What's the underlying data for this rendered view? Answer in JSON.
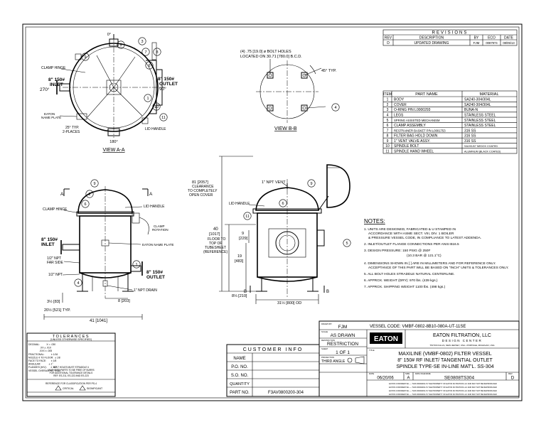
{
  "revisions": {
    "header": "REVISIONS",
    "columns": [
      "REV",
      "DESCRIPTION",
      "BY",
      "ECO",
      "DATE"
    ],
    "row": [
      "D",
      "UPDATED DRAWING",
      "FJM",
      "0087974",
      "08/05/13"
    ]
  },
  "parts": {
    "columns": [
      "ITEM",
      "PART NAME",
      "MATERIAL"
    ],
    "rows": [
      [
        "1",
        "BODY",
        "SA240-304/304L"
      ],
      [
        "2",
        "COVER",
        "SA240-304/304L"
      ],
      [
        "3",
        "O-RING P/N L0000293",
        "BUNA-N"
      ],
      [
        "4",
        "LEGS",
        "STAINLESS STEEL"
      ],
      [
        "5",
        "SPRING ASSISTED MECHANISM",
        "STAINLESS STEEL"
      ],
      [
        "6",
        "CLAMP ASSEMBLY",
        "STAINLESS STEEL"
      ],
      [
        "7",
        "RESTRAINER BASKET P/N L0001753",
        "316 SS"
      ],
      [
        "8",
        "FILTER BAG HOLD DOWN",
        "316 SS"
      ],
      [
        "9",
        "1\" VENT VALVE ASSY.",
        "316 SS"
      ],
      [
        "10",
        "SPINDLE BOLT",
        "SA193-B7 NEDOX COATED"
      ],
      [
        "11",
        "SPINDLE HAND WHEEL",
        "ALUMINUM (BLACK COATED)"
      ]
    ]
  },
  "notes": {
    "title": "NOTES:",
    "items": [
      "1. UNITS ARE DESIGNED, FABRICATED & U STAMPED IN",
      "ACCORDANCE WITH ASME SECT. VIII, DIV. 1 BOILER",
      "& PRESSURE VESSEL CODE, IN COMPLIANCE TO LATEST ADDENDA.",
      "2. INLET/OUTLET FLANGE CONNECTIONS PER ANSI B16.5",
      "3. DESIGN PRESSURE:  150 PSIG @ 250F",
      "(10.3 BAR @ 121.1°C)",
      "4. DIMENSIONS SHOWN IN [ ] ARE IN MILLIMETERS AND FOR REFERENCE ONLY.",
      "ACCEPTANCE OF THIS PART WILL BE BASED ON \"INCH\" UNITS & TOLERANCES ONLY.",
      "5. ALL BOLT HOLES STRADDLE NATURAL CENTERLINE.",
      "6. APPROX. WEIGHT (DRY): 970 lbs. (439 kgs.)",
      "7. APPROX. SHIPPING WEIGHT 1100 lbs. (498 kgs.)"
    ]
  },
  "view_a": {
    "title": "VIEW A-A",
    "clamp_hinge": "CLAMP HINGE",
    "inlet": "8\" 150#",
    "inlet2": "INLET",
    "inlet_angle": "270°",
    "outlet": "8\" 150#",
    "outlet2": "OUTLET",
    "outlet_angle": "90°",
    "top_angle": "0°",
    "bottom_angle": "180°",
    "nameplate": "EATON",
    "nameplate2": "NAME PLATE",
    "typ": "25° TYP.",
    "places": "2-PLACES",
    "lid_handle": "LID HANDLE"
  },
  "view_b": {
    "title": "VIEW B-B",
    "bolt_holes": "(4) .75 [19.0] ø BOLT HOLES",
    "bcd": "LOCATED ON 30.71 [780.0] B.C.D.",
    "typ": "45° TYP."
  },
  "front": {
    "clamp_hinge": "CLAMP HINGE",
    "lid_handle": "LID HANDLE",
    "clamp_rotation": "CLAMP",
    "clamp_rotation2": "ROTATION",
    "nameplate": "EATON NAME PLATE",
    "inlet": "8\" 150#",
    "inlet2": "INLET",
    "npt_far": "1/2\" NPT",
    "npt_far2": "FAR SIDE",
    "npt_near": "1/2\" NPT",
    "outlet": "8\" 150#",
    "outlet2": "OUTLET",
    "drain": "1\" NPT DRAIN",
    "dim_a": "A",
    "dim_8": "8 [203]",
    "dim_34": "3½ [83]",
    "dim_20": "20½ [521] TYP.",
    "dim_41": "41 [1041]"
  },
  "side": {
    "clearance": "81 [2057]",
    "clearance2": "CLEARANCE",
    "clearance3": "TO COMPLETELY",
    "clearance4": "OPEN COVER",
    "vent": "1\" NPT VENT",
    "lid_handle": "LID HANDLE",
    "h40": "40",
    "h40b": "[1017]",
    "h40c": "FLOOR TO",
    "h40d": "TOP OF",
    "h40e": "TUBESHEET",
    "h40f": "(REFERENCE)",
    "h9": "9",
    "h9b": "[229]",
    "h19": "19",
    "h19b": "[483]",
    "w8": "8⅓ [210]",
    "od": "31½ [800] OD",
    "b": "B"
  },
  "tolerances": {
    "title": "TOLERANCES",
    "sub": "[UNLESS OTHERWISE SPECIFIED]",
    "lines": [
      "DECIMAL:          X = .030",
      "                 .XX ± .010",
      "                .XXX ± .005",
      "FRACTIONAL:          ± 1/16",
      "NOZZLE ¢ TO FLOOR:  ± 1/8",
      "FACE TO FACE:       ± 1/8",
      "ANGULAR:            ± 1°",
      "FLANGES (H/V):      ± 1/2°",
      "VESSEL OVERALL HT:  ± 1/2"
    ],
    "bolt": [
      "BOLT HOLES MUST STRADDLE ¢",
      "MACHINED PARTS TO BE FREE OF BURRS",
      "FOR ADDITIONAL TOLERANCE DETAILS",
      "REF. ES-211, ES-222 AND ES-223"
    ],
    "class_ref": "REFERENCE FOR CLASSIFICATION PER PS-4",
    "critical": "CRITICAL",
    "significant": "SIGNIFICANT"
  },
  "customer": {
    "title": "CUSTOMER INFO",
    "labels": [
      "NAME",
      "P.O. NO.",
      "S.O. NO.",
      "QUANTITY",
      "PART NO."
    ],
    "part_no": "F3AV0800200-304"
  },
  "title_block": {
    "drawn_by_label": "DRAWN BY",
    "drawn_by": "FJM",
    "scale_label": "SCALE",
    "scale": "AS DRAWN",
    "restriction_label": "RESTRICTION",
    "restriction": "RESTRICTION",
    "sheet_label": "SHEET",
    "sheet": "1 OF 1",
    "projection_label": "PROJECTION",
    "projection": "THIRD ANGLE",
    "vessel_code": "VESSEL CODE:  VMBF-0802-8B10-080A-UT-11SE",
    "logo": "EATON",
    "company": "EATON FILTRATION, LLC",
    "design_center": "DESIGN CENTER",
    "address": "TINTON FALLS, NEW JERSEY, USA • PORTAGE, MICHIGAN, USA",
    "title_label": "TITLE",
    "title1": "MAXILINE (VMBF-0802) FILTER VESSEL",
    "title2": "8\" 150# RF INLET/ TANGENTIAL OUTLET",
    "title3": "SPINDLE TYPE-SE  IN-LINE  MAT'L. SS-304",
    "date_label": "DATE",
    "date": "06/20/06",
    "size_label": "SIZE",
    "size": "A",
    "dwg_label": "DWG FILENAME",
    "dwg": "SE0808TS304",
    "rev_label": "REV",
    "rev": "D",
    "confidential": "EATON CONFIDENTIAL — THIS DRAWING IS THE PROPERTY OF EATON FILTRATION LLC AND MAY NOT BE REPRODUCED"
  },
  "balloons": {
    "b1": "1",
    "b2": "2",
    "b3": "3",
    "b4": "4",
    "b5": "5",
    "b6": "6",
    "b7": "7",
    "b8": "8",
    "b9": "9",
    "b10": "10",
    "b11": "11"
  }
}
